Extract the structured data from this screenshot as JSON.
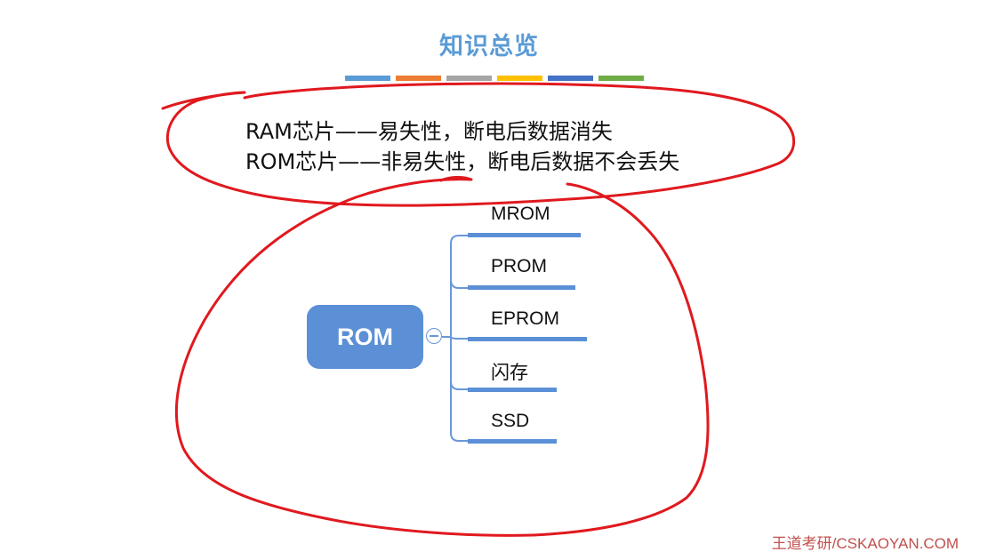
{
  "title": "知识总览",
  "color_bar": [
    "#5b9bd5",
    "#ed7d31",
    "#a5a5a5",
    "#ffc000",
    "#4472c4",
    "#70ad47"
  ],
  "facts": {
    "ram": "RAM芯片——易失性，断电后数据消失",
    "rom": "ROM芯片——非易失性，断电后数据不会丢失"
  },
  "mindmap": {
    "root": "ROM",
    "branches": [
      "MROM",
      "PROM",
      "EPROM",
      "闪存",
      "SSD"
    ]
  },
  "watermark": "王道考研/CSKAOYAN.COM",
  "colors": {
    "accent": "#5b8fd6",
    "annotation": "#e0191e",
    "watermark": "#c0504d"
  }
}
